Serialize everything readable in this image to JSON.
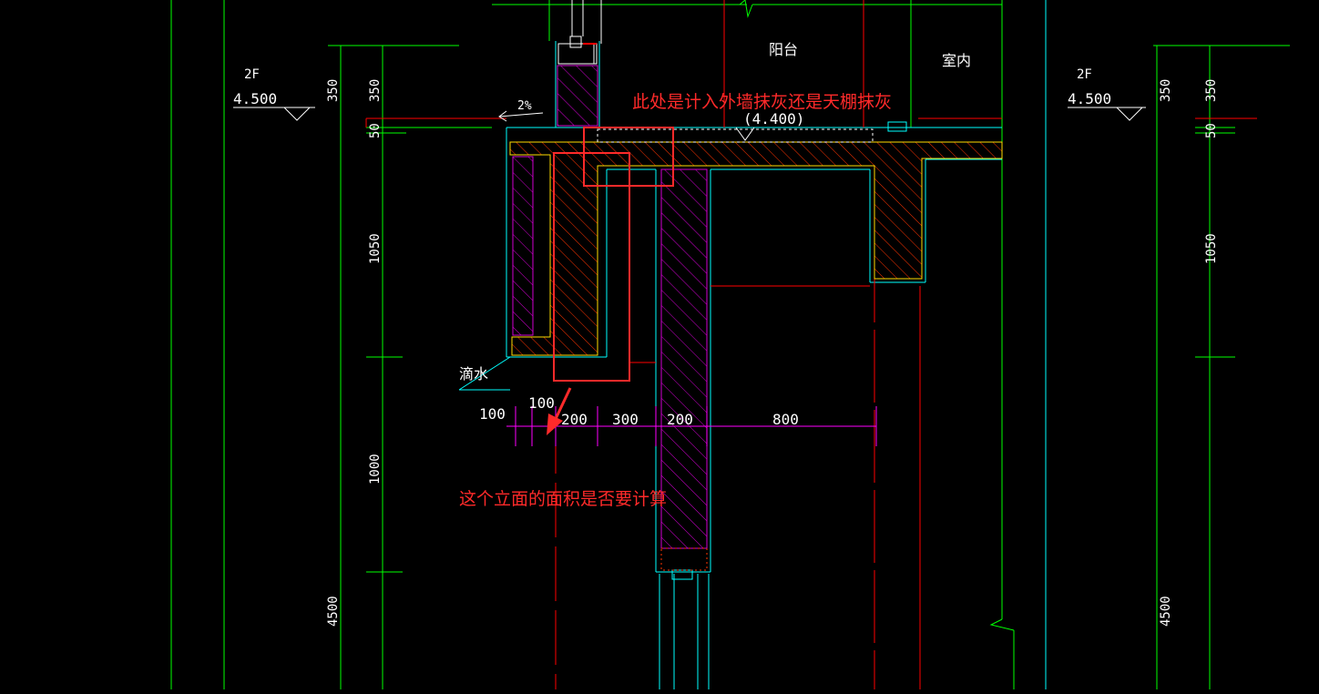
{
  "colors": {
    "background": "#000000",
    "green": "#00ff00",
    "cyan": "#00ffff",
    "red": "#ff0000",
    "magenta": "#ff00ff",
    "white": "#ffffff",
    "yellow": "#ffff00",
    "annotation": "#ff2a2a",
    "hatch_orange": "#ff3300"
  },
  "left_level": {
    "floor": "2F",
    "elevation": "4.500"
  },
  "right_level": {
    "floor": "2F",
    "elevation": "4.500"
  },
  "left_dims": {
    "outer": [
      "350",
      "4500"
    ],
    "inner": [
      "350",
      "50",
      "1050",
      "1000"
    ]
  },
  "right_dims": {
    "outer": [
      "350",
      "4500"
    ],
    "inner": [
      "350",
      "50",
      "1050"
    ]
  },
  "room_labels": {
    "balcony": "阳台",
    "indoor": "室内"
  },
  "slab_level": "(4.400)",
  "slope": "2%",
  "drip_label": "滴水",
  "bottom_dims": {
    "d100a": "100",
    "d100b": "100",
    "d200a": "200",
    "d300": "300",
    "d200b": "200",
    "d800": "800"
  },
  "annotations": {
    "question1": "此处是计入外墙抹灰还是天棚抹灰",
    "question2": "这个立面的面积是否要计算"
  }
}
